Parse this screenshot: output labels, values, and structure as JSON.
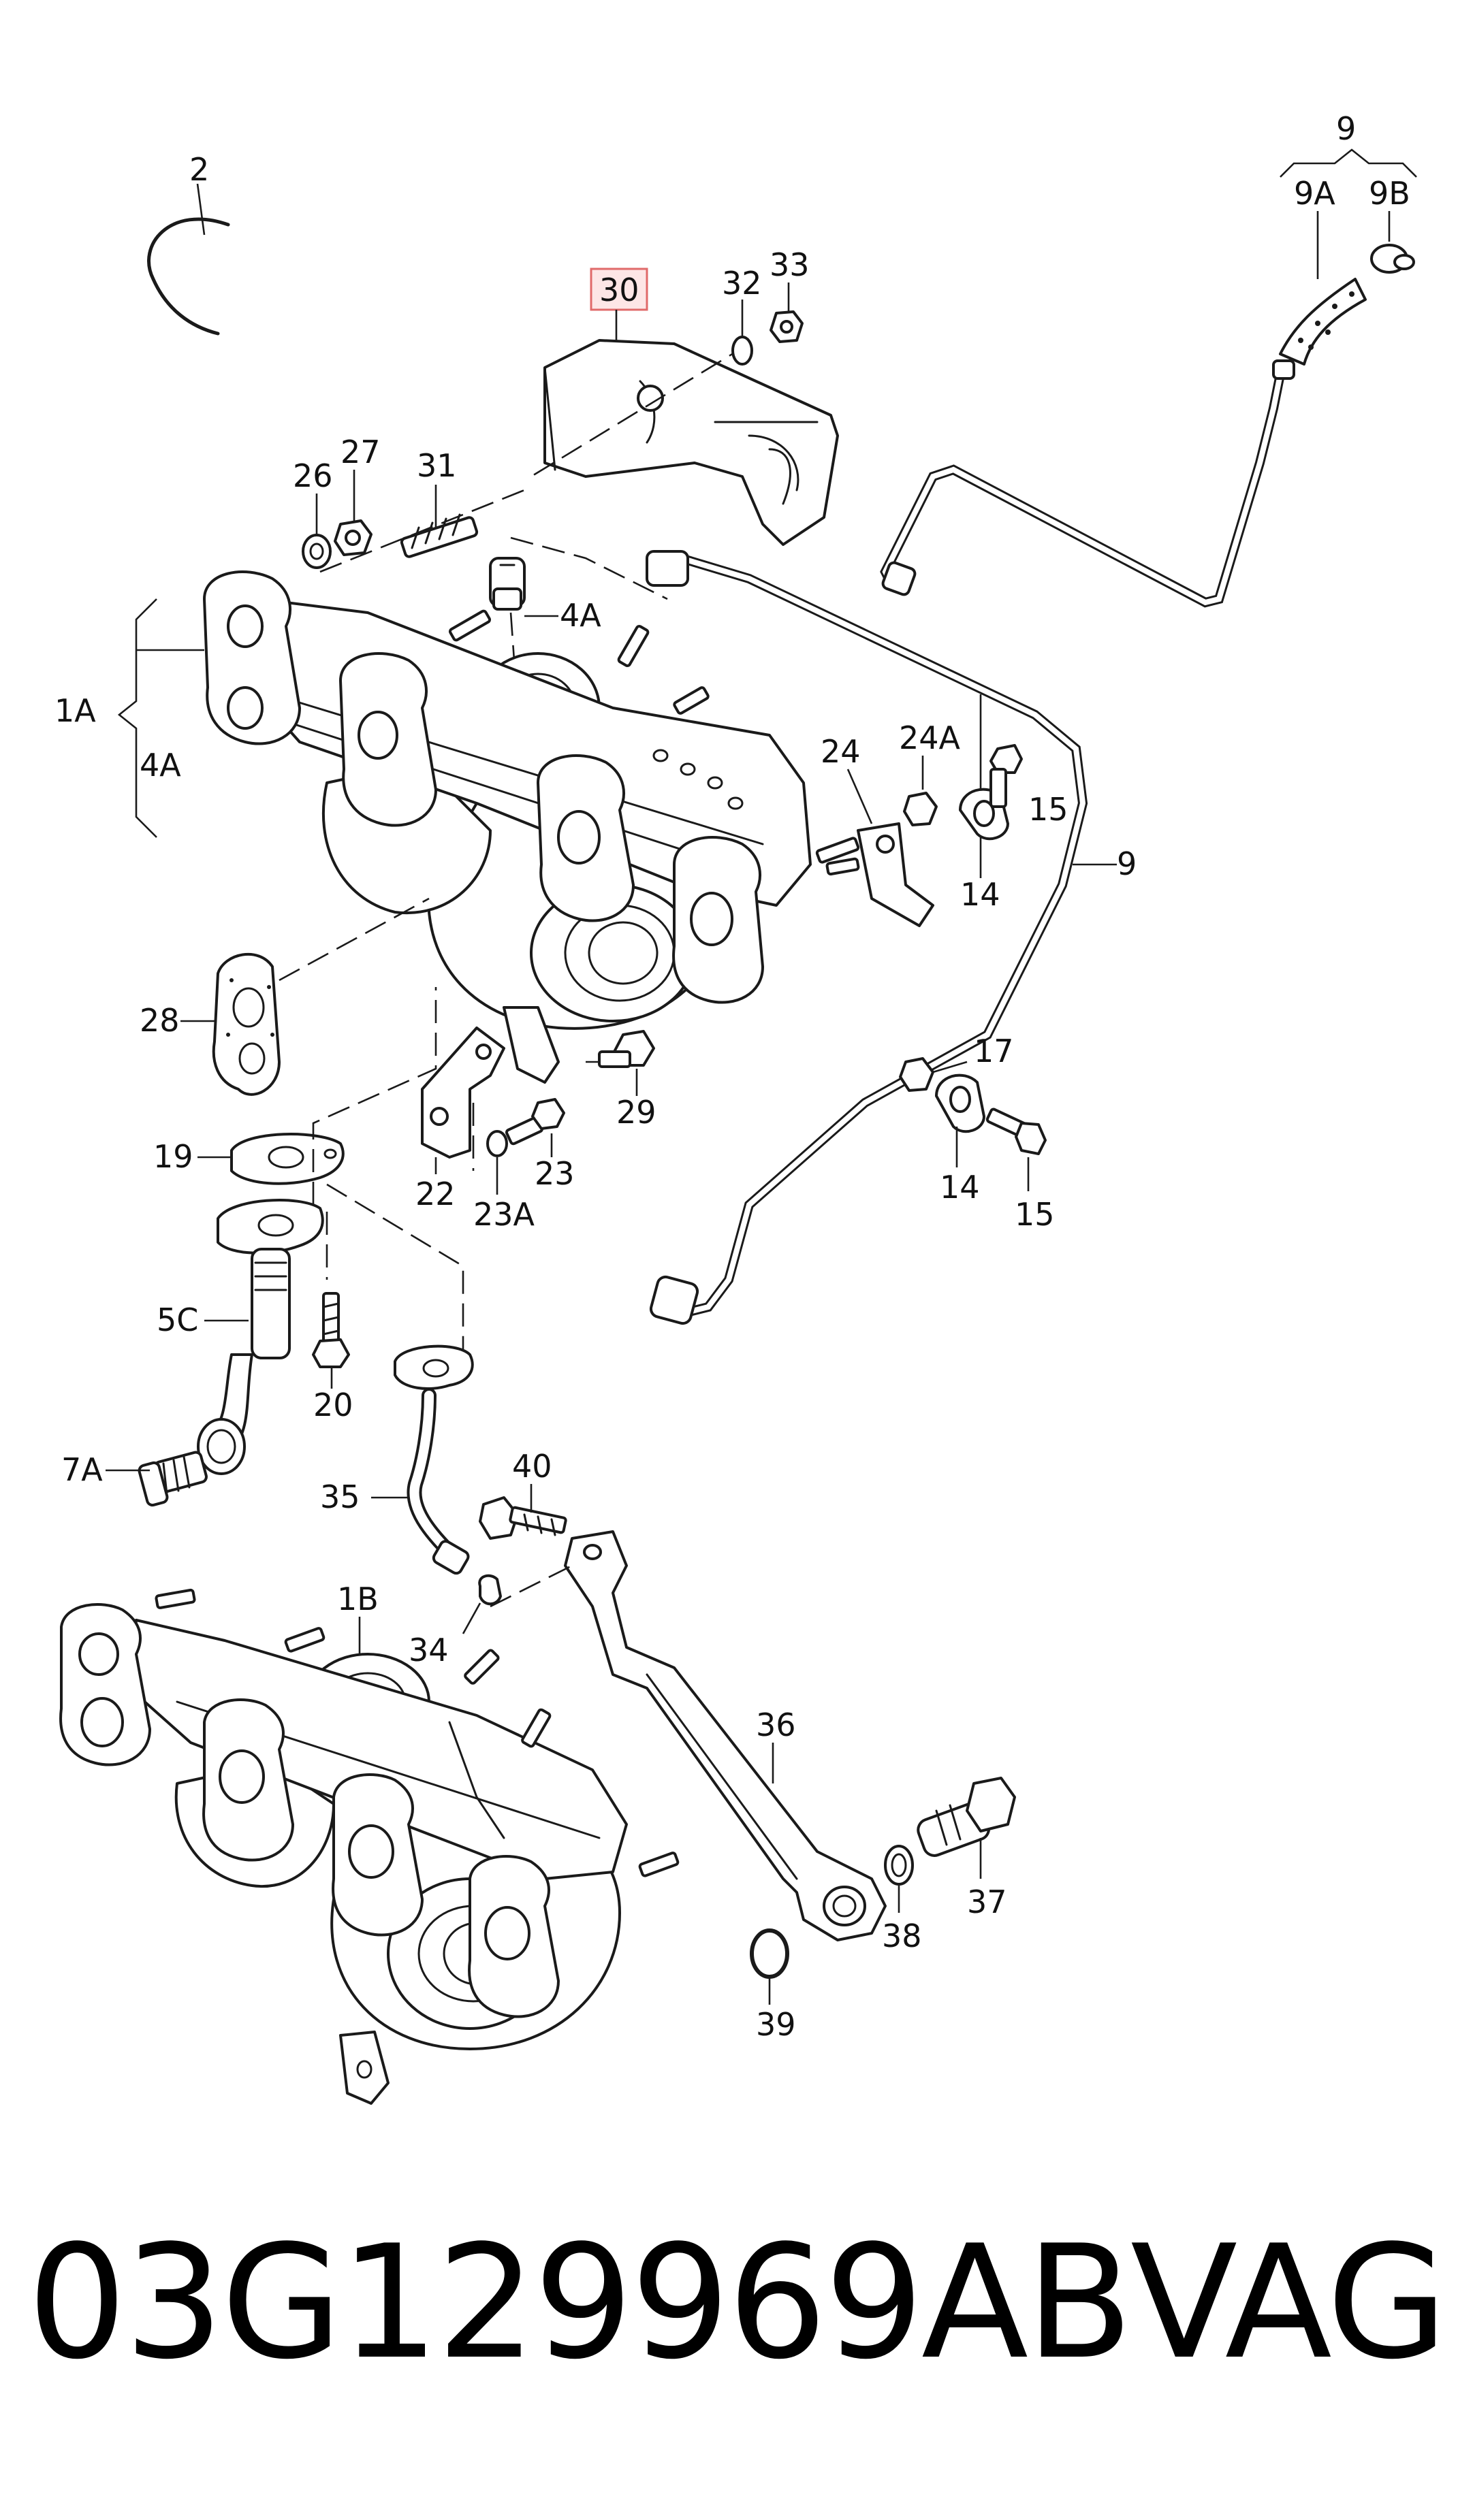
{
  "callouts": {
    "c2": "2",
    "c9": "9",
    "c9a": "9A",
    "c9b": "9B",
    "c30": "30",
    "c32": "32",
    "c33": "33",
    "c26": "26",
    "c27": "27",
    "c31": "31",
    "c4a_top": "4A",
    "c1a": "1A",
    "c4a_left": "4A",
    "c24": "24",
    "c24a": "24A",
    "c15_top": "15",
    "c14_top": "14",
    "c9_right": "9",
    "c28": "28",
    "c17": "17",
    "c14_bot": "14",
    "c15_bot": "15",
    "c29": "29",
    "c22": "22",
    "c23": "23",
    "c23a": "23A",
    "c19": "19",
    "c5c": "5C",
    "c20": "20",
    "c7a": "7A",
    "c35": "35",
    "c40": "40",
    "c1b": "1B",
    "c34": "34",
    "c36": "36",
    "c37": "37",
    "c38": "38",
    "c39": "39"
  },
  "footer": {
    "part_number": "03G129969AB",
    "brand": "VAG"
  },
  "colors": {
    "line": "#1a1a1a",
    "highlight_fill": "#fde6e6",
    "highlight_border": "#e06a6a"
  }
}
